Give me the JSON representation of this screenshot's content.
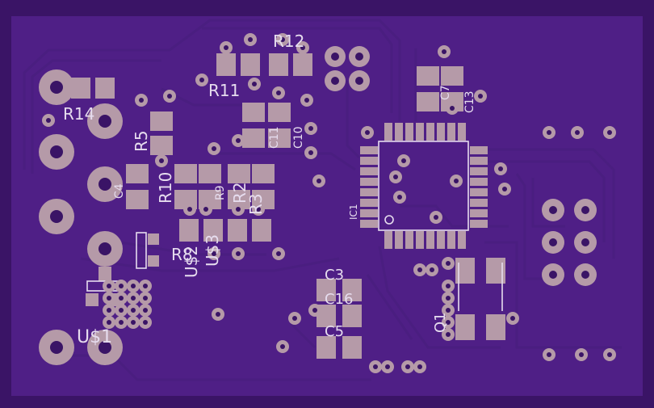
{
  "board": {
    "colors": {
      "substrate": "#3a1466",
      "copper_fill": "#4f1f86",
      "trace": "#4a1e80",
      "pad": "#b59aa8",
      "silkscreen": "#e6dcee"
    }
  },
  "labels": {
    "r12": "R12",
    "r11": "R11",
    "r14": "R14",
    "r5": "R5",
    "r10": "R10",
    "r9": "R9",
    "r2": "R2",
    "r3": "R3",
    "c4": "C4",
    "c11": "C11",
    "c10": "C10",
    "c7": "C7",
    "c13": "C13",
    "ic1": "IC1",
    "u52": "U$2",
    "u53": "U$3",
    "r8": "R8",
    "c3": "C3",
    "c16": "C16",
    "c5": "C5",
    "q1": "Q1",
    "u51": "U$1"
  }
}
